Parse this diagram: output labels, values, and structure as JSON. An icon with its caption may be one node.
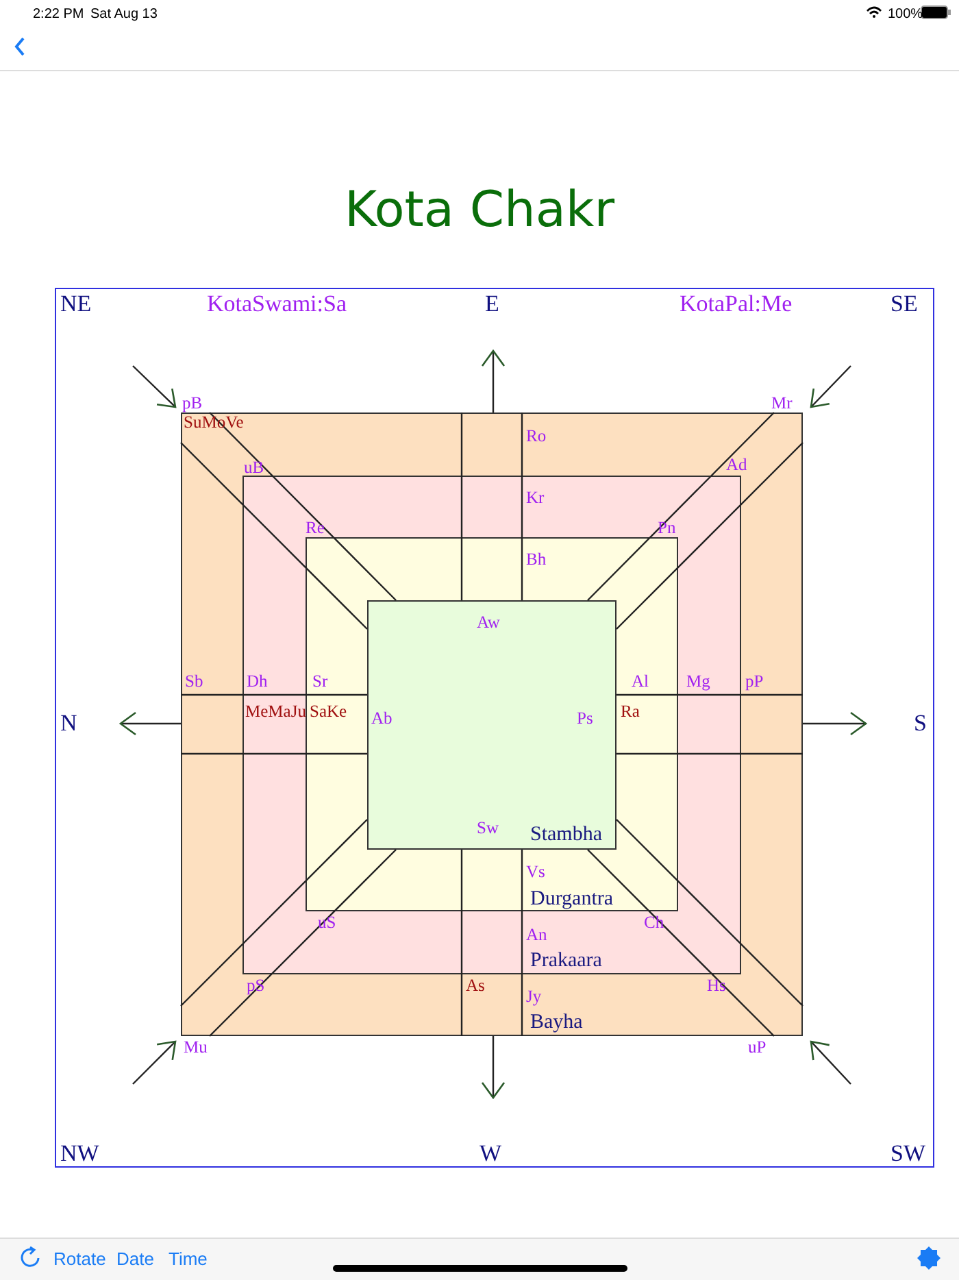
{
  "diagram": {
    "title": "Kota Chakr",
    "nodes": [
      {
        "text": [
          "Bayha"
        ]
      },
      {
        "text": [
          "Prakaara"
        ],
        "in": 0
      },
      {
        "text": [
          "Durgantra"
        ],
        "in": 1
      },
      {
        "text": [
          "Stambha"
        ],
        "in": 2
      }
    ],
    "labels": [
      "2:22 PM",
      "Sat Aug 13",
      "100%",
      "NE",
      "KotaSwami:Sa",
      "E",
      "KotaPal:Me",
      "SE",
      "pB",
      "SuMoVe",
      "Mr",
      "Ro",
      "uB",
      "Ad",
      "Kr",
      "Re",
      "Pn",
      "Bh",
      "Aw",
      "Sb",
      "Dh",
      "Sr",
      "Al",
      "Mg",
      "pP",
      "N",
      "MeMaJu",
      "SaKe",
      "Ab",
      "Ps",
      "Ra",
      "S",
      "Sw",
      "Vs",
      "uS",
      "Ch",
      "An",
      "pS",
      "As",
      "Hs",
      "Jy",
      "Mu",
      "uP",
      "NW",
      "W",
      "SW",
      "Rotate",
      "Date",
      "Time"
    ]
  }
}
